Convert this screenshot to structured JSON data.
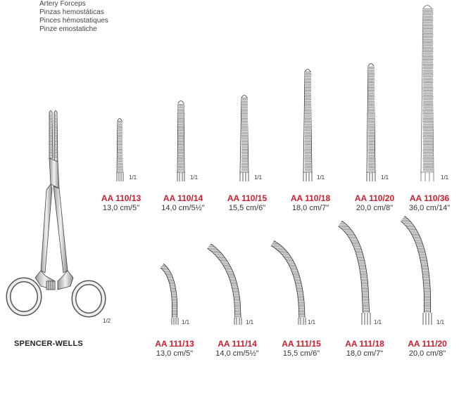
{
  "header": {
    "lines": [
      "Artery Forceps",
      "Pinzas hemostáticas",
      "Pinces hémostatiques",
      "Pinze emostatiche"
    ]
  },
  "main_instrument": {
    "name": "SPENCER-WELLS",
    "scale": "1/2"
  },
  "colors": {
    "code": "#c8202f",
    "text": "#333333",
    "line": "#333333"
  },
  "straight": [
    {
      "code": "AA 110/13",
      "size": "13,0 cm/5\"",
      "scale": "1/1"
    },
    {
      "code": "AA 110/14",
      "size": "14,0 cm/5½\"",
      "scale": "1/1"
    },
    {
      "code": "AA 110/15",
      "size": "15,5 cm/6\"",
      "scale": "1/1"
    },
    {
      "code": "AA 110/18",
      "size": "18,0 cm/7\"",
      "scale": "1/1"
    },
    {
      "code": "AA 110/20",
      "size": "20,0 cm/8\"",
      "scale": "1/1"
    },
    {
      "code": "AA 110/36",
      "size": "36,0 cm/14\"",
      "scale": "1/1"
    }
  ],
  "curved": [
    {
      "code": "AA 111/13",
      "size": "13,0 cm/5\"",
      "scale": "1/1"
    },
    {
      "code": "AA 111/14",
      "size": "14,0 cm/5½\"",
      "scale": "1/1"
    },
    {
      "code": "AA 111/15",
      "size": "15,5 cm/6\"",
      "scale": "1/1"
    },
    {
      "code": "AA 111/18",
      "size": "18,0 cm/7\"",
      "scale": "1/1"
    },
    {
      "code": "AA 111/20",
      "size": "20,0 cm/8\"",
      "scale": "1/1"
    }
  ]
}
